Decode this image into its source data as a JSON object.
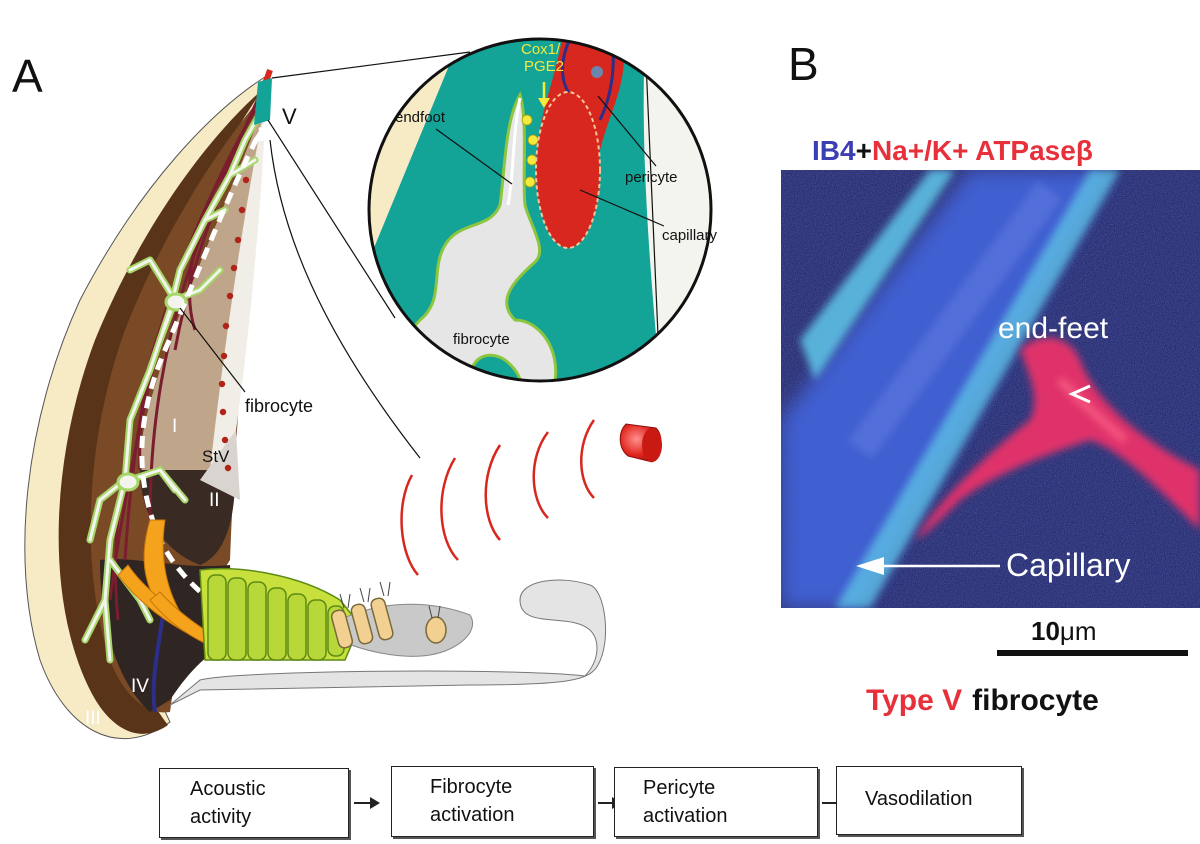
{
  "panel_a": {
    "letter": "A",
    "regions": {
      "I": "I",
      "II": "II",
      "III": "III",
      "IV": "IV",
      "V": "V"
    },
    "labels": {
      "fibrocyte": "fibrocyte",
      "stv": "StV"
    },
    "inset": {
      "cox_line1": "Cox1/",
      "cox_line2": "PGE2",
      "endfoot": "endfoot",
      "pericyte": "pericyte",
      "capillary": "capillary",
      "fibrocyte": "fibrocyte"
    }
  },
  "panel_b": {
    "letter": "B",
    "stain_ib4": "IB4",
    "stain_plus": "+",
    "stain_atpase": "Na+/K+ ATPaseβ",
    "endfeet": "end-feet",
    "capillary": "Capillary",
    "scale_value": "10",
    "scale_unit": "μm",
    "caption_type": "Type V",
    "caption_cell": "fibrocyte"
  },
  "flow": [
    {
      "line1": "Acoustic",
      "line2": "activity"
    },
    {
      "line1": "Fibrocyte",
      "line2": "activation"
    },
    {
      "line1": "Pericyte",
      "line2": "activation"
    },
    {
      "line1": "Vasodilation",
      "line2": ""
    }
  ],
  "colors": {
    "teal": "#13a397",
    "vessel_red": "#d8271e",
    "vessel_dark": "#7a1d2e",
    "fibrocyte_green": "#a6d66a",
    "cream": "#f7ebc6",
    "label_red": "#e8303a",
    "ib4_blue": "#3b3fb3"
  }
}
